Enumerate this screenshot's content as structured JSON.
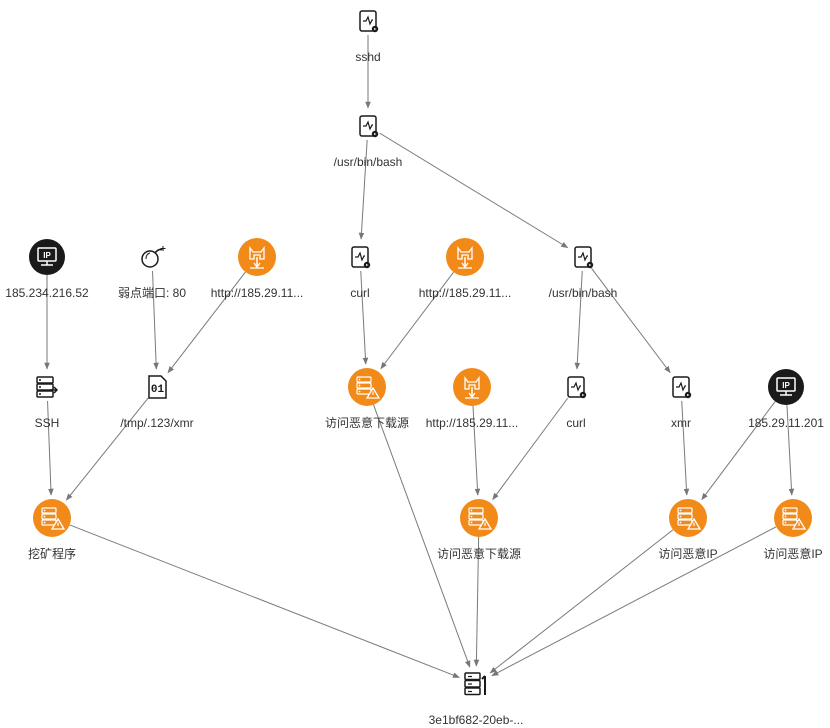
{
  "colors": {
    "edge": "#7a7a7a",
    "alert": "#f28a1a",
    "icon_dark": "#1a1a1a",
    "label": "#333333"
  },
  "nodes": [
    {
      "id": "sshd",
      "type": "process",
      "label": "sshd",
      "icon": "process-icon"
    },
    {
      "id": "bash1",
      "type": "process",
      "label": "/usr/bin/bash",
      "icon": "process-icon"
    },
    {
      "id": "ip1",
      "type": "ip",
      "label": "185.234.216.52",
      "icon": "ip-icon"
    },
    {
      "id": "vuln",
      "type": "vuln",
      "label": "弱点端口: 80",
      "icon": "bomb-icon"
    },
    {
      "id": "url1",
      "type": "url",
      "label": "http://185.29.11...",
      "icon": "malicious-url-icon"
    },
    {
      "id": "curl1",
      "type": "process",
      "label": "curl",
      "icon": "process-icon"
    },
    {
      "id": "url2",
      "type": "url",
      "label": "http://185.29.11...",
      "icon": "malicious-url-icon"
    },
    {
      "id": "bash2",
      "type": "process",
      "label": "/usr/bin/bash",
      "icon": "process-icon"
    },
    {
      "id": "ssh",
      "type": "service",
      "label": "SSH",
      "icon": "service-icon"
    },
    {
      "id": "file",
      "type": "file",
      "label": "/tmp/.123/xmr",
      "icon": "binary-file-icon"
    },
    {
      "id": "alert1",
      "type": "alert",
      "label": "访问恶意下载源",
      "icon": "server-alert-icon"
    },
    {
      "id": "url3",
      "type": "url",
      "label": "http://185.29.11...",
      "icon": "malicious-url-icon"
    },
    {
      "id": "curl2",
      "type": "process",
      "label": "curl",
      "icon": "process-icon"
    },
    {
      "id": "xmr",
      "type": "process",
      "label": "xmr",
      "icon": "process-icon"
    },
    {
      "id": "ip2",
      "type": "ip",
      "label": "185.29.11.201",
      "icon": "ip-icon"
    },
    {
      "id": "alert2",
      "type": "alert",
      "label": "挖矿程序",
      "icon": "server-alert-icon"
    },
    {
      "id": "alert3",
      "type": "alert",
      "label": "访问恶意下载源",
      "icon": "server-alert-icon"
    },
    {
      "id": "alert4",
      "type": "alert",
      "label": "访问恶意IP",
      "icon": "server-alert-icon"
    },
    {
      "id": "alert5",
      "type": "alert",
      "label": "访问恶意IP",
      "icon": "server-alert-icon"
    },
    {
      "id": "host",
      "type": "host",
      "label": "3e1bf682-20eb-...",
      "icon": "host-icon"
    }
  ],
  "edges": [
    [
      "sshd",
      "bash1"
    ],
    [
      "bash1",
      "curl1"
    ],
    [
      "bash1",
      "bash2"
    ],
    [
      "ip1",
      "ssh"
    ],
    [
      "vuln",
      "file"
    ],
    [
      "url1",
      "file"
    ],
    [
      "curl1",
      "alert1"
    ],
    [
      "url2",
      "alert1"
    ],
    [
      "bash2",
      "curl2"
    ],
    [
      "bash2",
      "xmr"
    ],
    [
      "ssh",
      "alert2"
    ],
    [
      "file",
      "alert2"
    ],
    [
      "url3",
      "alert3"
    ],
    [
      "curl2",
      "alert3"
    ],
    [
      "xmr",
      "alert4"
    ],
    [
      "ip2",
      "alert4"
    ],
    [
      "ip2",
      "alert5"
    ],
    [
      "alert2",
      "host"
    ],
    [
      "alert1",
      "host"
    ],
    [
      "alert3",
      "host"
    ],
    [
      "alert4",
      "host"
    ],
    [
      "alert5",
      "host"
    ]
  ]
}
